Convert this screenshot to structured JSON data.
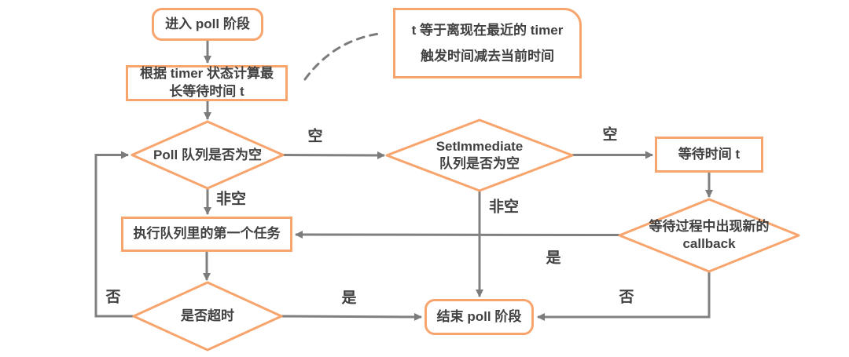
{
  "colors": {
    "accent": "#F8A46D",
    "line": "#808080",
    "text": "#414141",
    "bg": "#FFFFFF"
  },
  "diagram_type": "flowchart",
  "nodes": {
    "start": {
      "label": "进入 poll 阶段"
    },
    "calc": {
      "label": "根据 timer 状态计算最\n长等待时间 t"
    },
    "note": {
      "label": "t 等于离现在最近的 timer\n触发时间减去当前时间"
    },
    "poll_decision": {
      "label": "Poll 队列是否为空"
    },
    "setimmediate_decision": {
      "label": "SetImmediate\n队列是否为空"
    },
    "wait": {
      "label": "等待时间 t"
    },
    "callback_decision": {
      "label": "等待过程中出现新的\ncallback"
    },
    "exec": {
      "label": "执行队列里的第一个任务"
    },
    "timeout_decision": {
      "label": "是否超时"
    },
    "end": {
      "label": "结束 poll 阶段"
    }
  },
  "edges": {
    "poll_to_setimmediate": {
      "label": "空"
    },
    "setimmediate_to_wait": {
      "label": "空"
    },
    "poll_to_exec": {
      "label": "非空"
    },
    "setimmediate_to_end": {
      "label": "非空"
    },
    "callback_to_exec": {
      "label": "是"
    },
    "callback_to_end": {
      "label": "否"
    },
    "timeout_to_end": {
      "label": "是"
    },
    "timeout_to_poll": {
      "label": "否"
    }
  }
}
